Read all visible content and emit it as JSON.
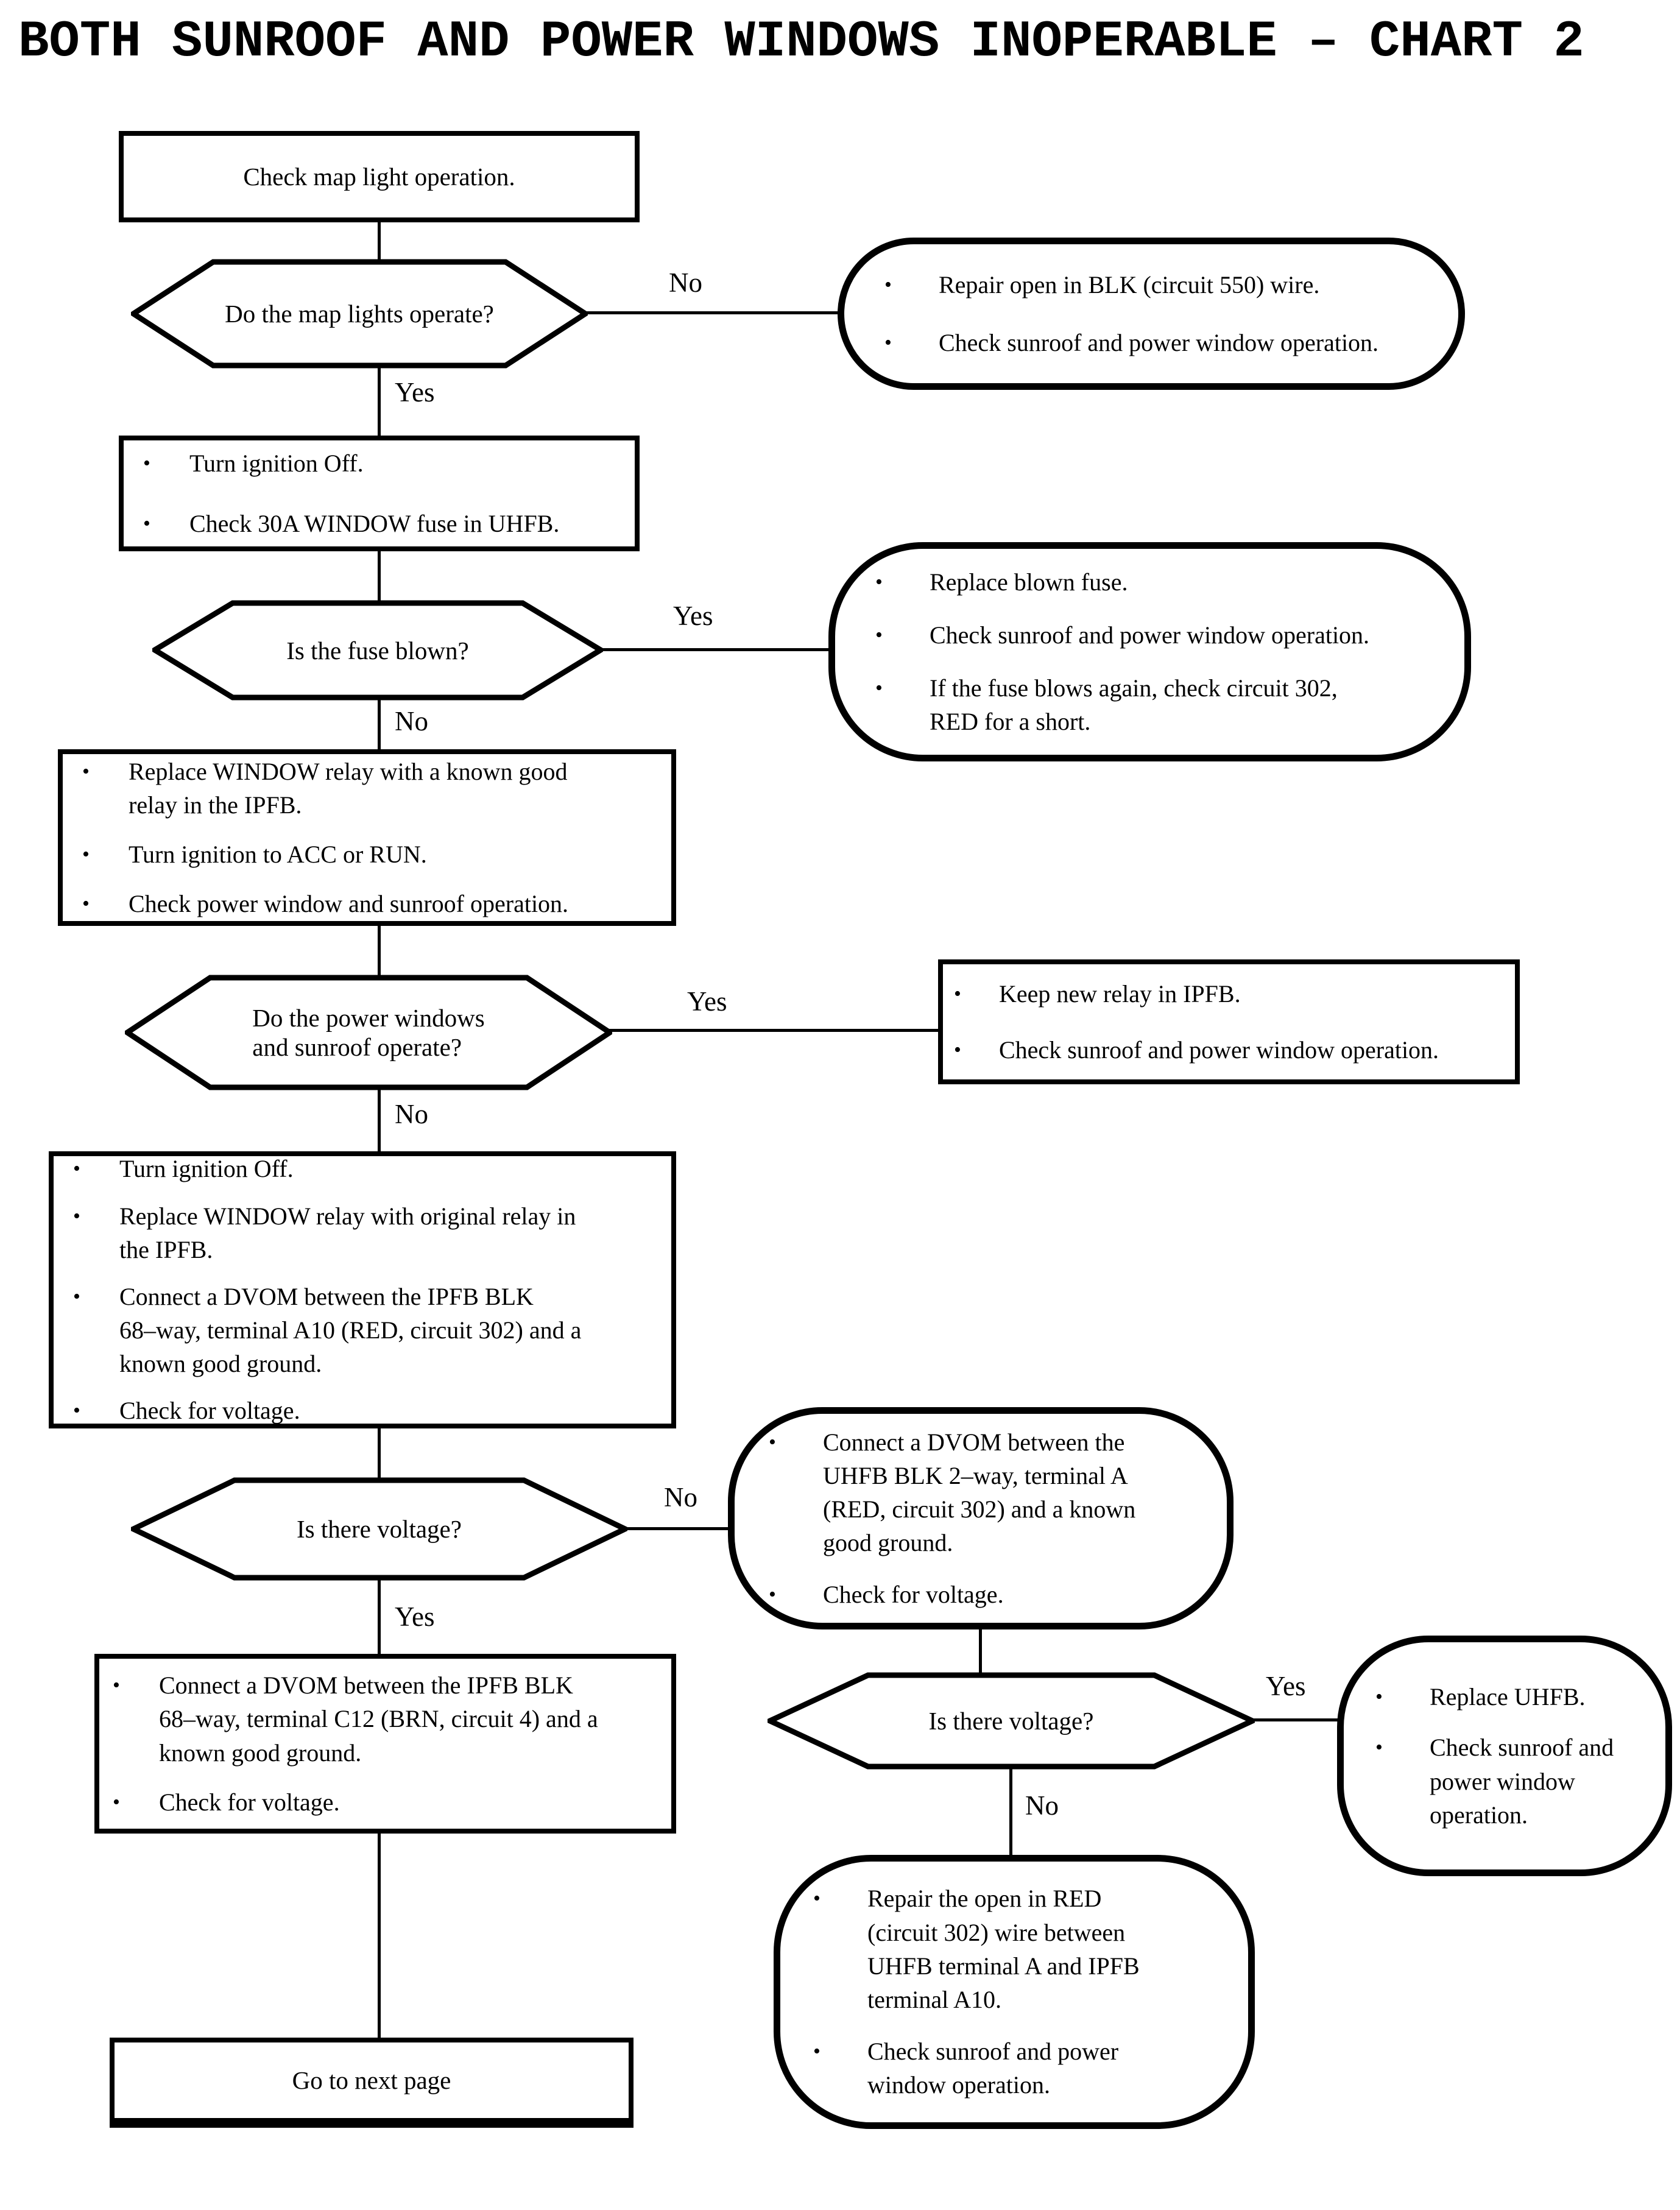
{
  "title": "BOTH SUNROOF AND POWER WINDOWS INOPERABLE – CHART 2",
  "labels": {
    "yes": "Yes",
    "no": "No"
  },
  "icons": {
    "bullet": "•"
  },
  "nodes": {
    "check_map_light": {
      "text": "Check map light operation."
    },
    "map_lights_operate": {
      "text": "Do the map lights operate?"
    },
    "repair_blk_550": {
      "bullets": [
        "Repair open in BLK (circuit 550) wire.",
        "Check sunroof and power window operation."
      ]
    },
    "ignition_off_check_fuse": {
      "bullets": [
        "Turn ignition Off.",
        "Check 30A WINDOW fuse in UHFB."
      ]
    },
    "fuse_blown": {
      "text": "Is the fuse blown?"
    },
    "replace_blown_fuse": {
      "bullets": [
        "Replace blown fuse.",
        "Check sunroof and power window operation.",
        "If the fuse blows again, check circuit 302,\nRED for a short."
      ]
    },
    "replace_relay_known_good": {
      "bullets": [
        "Replace WINDOW relay with a known good\nrelay in the IPFB.",
        "Turn ignition to ACC or RUN.",
        "Check power window and sunroof operation."
      ]
    },
    "windows_sunroof_operate": {
      "text": "Do the power windows\nand sunroof operate?"
    },
    "keep_new_relay": {
      "bullets": [
        "Keep new relay in IPFB.",
        "Check sunroof and power window operation."
      ]
    },
    "replace_relay_original": {
      "bullets": [
        "Turn ignition Off.",
        "Replace WINDOW relay with original relay in\nthe IPFB.",
        "Connect a DVOM between the IPFB BLK\n68–way, terminal A10 (RED, circuit 302) and a\nknown good ground.",
        "Check for voltage."
      ]
    },
    "voltage_ipfb": {
      "text": "Is there voltage?"
    },
    "dvom_uhfb": {
      "bullets": [
        "Connect a DVOM between the\nUHFB BLK 2–way, terminal A\n(RED, circuit 302) and a known\ngood ground.",
        "Check for voltage."
      ]
    },
    "dvom_ipfb_c12": {
      "bullets": [
        "Connect a DVOM between the IPFB BLK\n68–way, terminal C12 (BRN, circuit 4) and a\nknown good ground.",
        "Check for voltage."
      ]
    },
    "voltage_uhfb": {
      "text": "Is there voltage?"
    },
    "replace_uhfb": {
      "bullets": [
        "Replace UHFB.",
        "Check sunroof and\npower window\noperation."
      ]
    },
    "repair_red_302": {
      "bullets": [
        "Repair the open in RED\n(circuit 302) wire between\nUHFB terminal A and IPFB\nterminal A10.",
        "Check sunroof and power\nwindow operation."
      ]
    },
    "go_next_page": {
      "text": "Go to next page"
    }
  }
}
